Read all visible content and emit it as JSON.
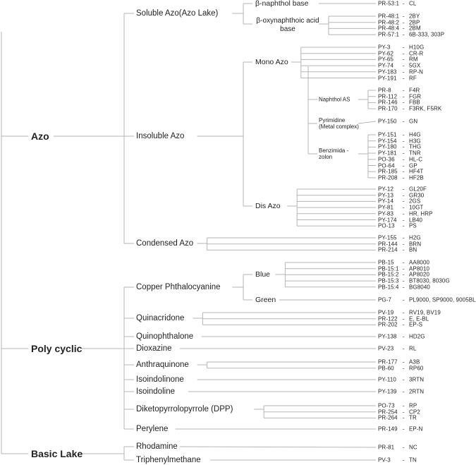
{
  "tree": [
    {
      "label": "Azo",
      "children": [
        {
          "label": "Soluble Azo(Azo Lake)",
          "children": [
            {
              "label": "β-naphthol base",
              "leaves": [
                [
                  "PR-53:1",
                  "CL"
                ]
              ]
            },
            {
              "label": "β-oxynaphthoic acid base",
              "leaves": [
                [
                  "PR-48:1",
                  "2BY"
                ],
                [
                  "PR-48:2",
                  "2BP"
                ],
                [
                  "PR-48:4",
                  "2BM"
                ],
                [
                  "PR-57:1",
                  "6B-333, 303P"
                ]
              ]
            }
          ]
        },
        {
          "label": "Insoluble Azo",
          "children": [
            {
              "label": "Mono Azo",
              "leaves": [
                [
                  "PY-3",
                  "H10G"
                ],
                [
                  "PY-62",
                  "CR-R"
                ],
                [
                  "PY-65",
                  "RM"
                ],
                [
                  "PY-74",
                  "5GX"
                ],
                [
                  "PY-183",
                  "RP-N"
                ],
                [
                  "PY-191",
                  "RF"
                ]
              ],
              "children": [
                {
                  "label": "Naphthol AS",
                  "leaves": [
                    [
                      "PR-8",
                      "F4R"
                    ],
                    [
                      "PR-112",
                      "FGR"
                    ],
                    [
                      "PR-146",
                      "FBB"
                    ],
                    [
                      "PR-170",
                      "F3RK, F5RK"
                    ]
                  ]
                },
                {
                  "label": "Pyrimidine (Metal complex)",
                  "leaves": [
                    [
                      "PY-150",
                      "GN"
                    ]
                  ]
                },
                {
                  "label": "Benzimida -zolon",
                  "leaves": [
                    [
                      "PY-151",
                      "H4G"
                    ],
                    [
                      "PY-154",
                      "H3G"
                    ],
                    [
                      "PY-180",
                      "THG"
                    ],
                    [
                      "PY-181",
                      "TNR"
                    ],
                    [
                      "PO-36",
                      "HL-C"
                    ],
                    [
                      "PO-64",
                      "GP"
                    ],
                    [
                      "PR-185",
                      "HF4T"
                    ],
                    [
                      "PR-208",
                      "HF2B"
                    ]
                  ]
                }
              ]
            },
            {
              "label": "Dis Azo",
              "leaves": [
                [
                  "PY-12",
                  "GL20F"
                ],
                [
                  "PY-13",
                  "GR30"
                ],
                [
                  "PY-14",
                  "2GS"
                ],
                [
                  "PY-81",
                  "10GT"
                ],
                [
                  "PY-83",
                  "HR, HRP"
                ],
                [
                  "PY-174",
                  "LB40"
                ],
                [
                  "PO-13",
                  "PS"
                ]
              ]
            }
          ]
        },
        {
          "label": "Condensed Azo",
          "leaves": [
            [
              "PY-155",
              "H2G"
            ],
            [
              "PR-144",
              "BRN"
            ],
            [
              "PR-214",
              "BN"
            ]
          ]
        }
      ]
    },
    {
      "label": "Poly cyclic",
      "children": [
        {
          "label": "Copper Phthalocyanine",
          "children": [
            {
              "label": "Blue",
              "leaves": [
                [
                  "PB-15",
                  "AA8000"
                ],
                [
                  "PB-15:1",
                  "AP8010"
                ],
                [
                  "PB-15:2",
                  "AP8020"
                ],
                [
                  "PB-15:3",
                  "BT8030, 8030G"
                ],
                [
                  "PB-15:4",
                  "BG8040"
                ]
              ]
            },
            {
              "label": "Green",
              "leaves": [
                [
                  "PG-7",
                  "PL9000, SP9000, 9005BL"
                ]
              ]
            }
          ]
        },
        {
          "label": "Quinacridone",
          "leaves": [
            [
              "PV-19",
              "RV19, BV19"
            ],
            [
              "PR-122",
              "E, E-BL"
            ],
            [
              "PR-202",
              "EP-S"
            ]
          ]
        },
        {
          "label": "Quinophthalone",
          "leaves": [
            [
              "PY-138",
              "HD2G"
            ]
          ]
        },
        {
          "label": "Dioxazine",
          "leaves": [
            [
              "PV-23",
              "RL"
            ]
          ]
        },
        {
          "label": "Anthraquinone",
          "leaves": [
            [
              "PR-177",
              "A3B"
            ],
            [
              "PB-60",
              "RP60"
            ]
          ]
        },
        {
          "label": "Isoindolinone",
          "leaves": [
            [
              "PY-110",
              "3RTN"
            ]
          ]
        },
        {
          "label": "Isoindoline",
          "leaves": [
            [
              "PY-139",
              "2RTN"
            ]
          ]
        },
        {
          "label": "Diketopyrrolopyrrole (DPP)",
          "leaves": [
            [
              "PO-73",
              "RP"
            ],
            [
              "PR-254",
              "CP2"
            ],
            [
              "PR-264",
              "TR"
            ]
          ]
        },
        {
          "label": "Perylene",
          "leaves": [
            [
              "PR-149",
              "EP-N"
            ]
          ]
        }
      ]
    },
    {
      "label": "Basic Lake",
      "children": [
        {
          "label": "Rhodamine",
          "leaves": [
            [
              "PR-81",
              "NC"
            ]
          ]
        },
        {
          "label": "Triphenylmethane",
          "leaves": [
            [
              "PV-3",
              "TN"
            ]
          ]
        }
      ]
    }
  ]
}
